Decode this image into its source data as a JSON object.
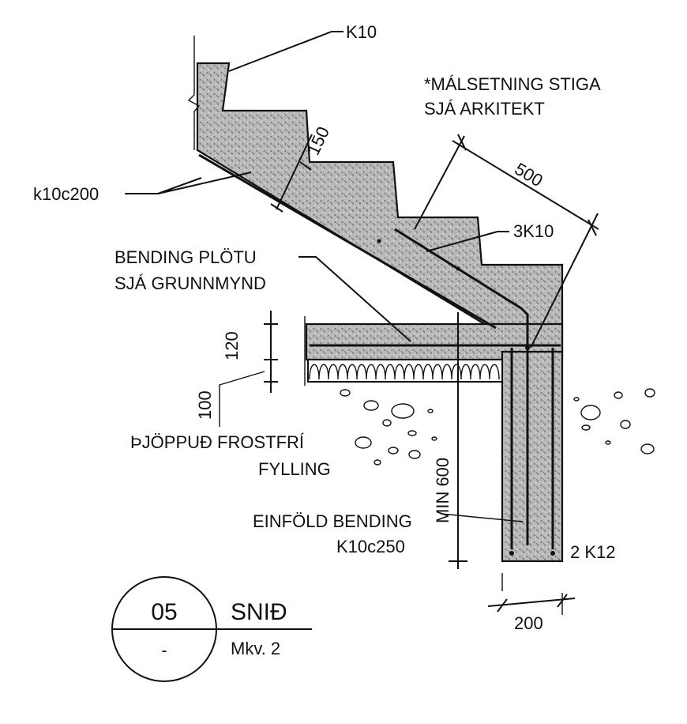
{
  "drawing": {
    "labels": {
      "k10_top": "K10",
      "note_line1": "*MÁLSETNING STIGA",
      "note_line2": "SJÁ ARKITEKT",
      "dim_150": "150",
      "dim_500": "500",
      "k10c200": "k10c200",
      "bar_3k10": "3K10",
      "slab_line1": "BENDING PLÖTU",
      "slab_line2": "SJÁ GRUNNMYND",
      "dim_120": "120",
      "dim_100": "100",
      "fill_line1": "ÞJÖPPUÐ FROSTFRÍ",
      "fill_line2": "FYLLING",
      "min600": "MIN 600",
      "single_line1": "EINFÖLD BENDING",
      "single_line2": "K10c250",
      "bar_2k12": "2 K12",
      "dim_200": "200"
    },
    "title_block": {
      "number": "05",
      "sheet": "-",
      "title": "SNIÐ",
      "scale": "Mkv. 2"
    }
  }
}
